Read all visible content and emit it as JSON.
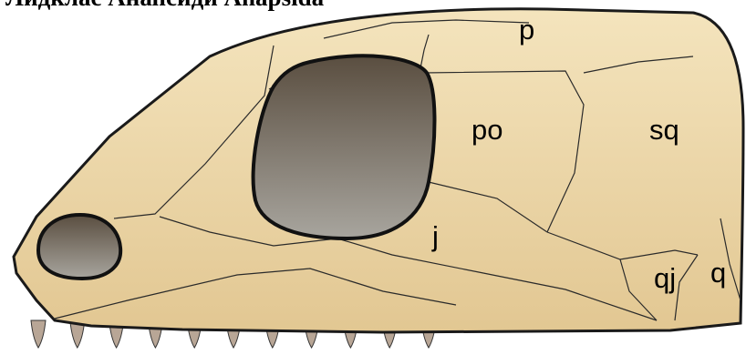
{
  "title": "Лидклас Анапсиди Anapsida",
  "labels": {
    "parietal": "p",
    "postorbital": "po",
    "squamosal": "sq",
    "jugal": "j",
    "quadratojugal": "qj",
    "quadrate": "q"
  },
  "colors": {
    "bone": "#eedbb0",
    "bone_shade": "#dcc088",
    "outline": "#1a1a1a",
    "opening_top": "#5a4e40",
    "opening_bottom": "#a8a59e",
    "tooth": "#b8a696"
  },
  "teeth_count": 11
}
